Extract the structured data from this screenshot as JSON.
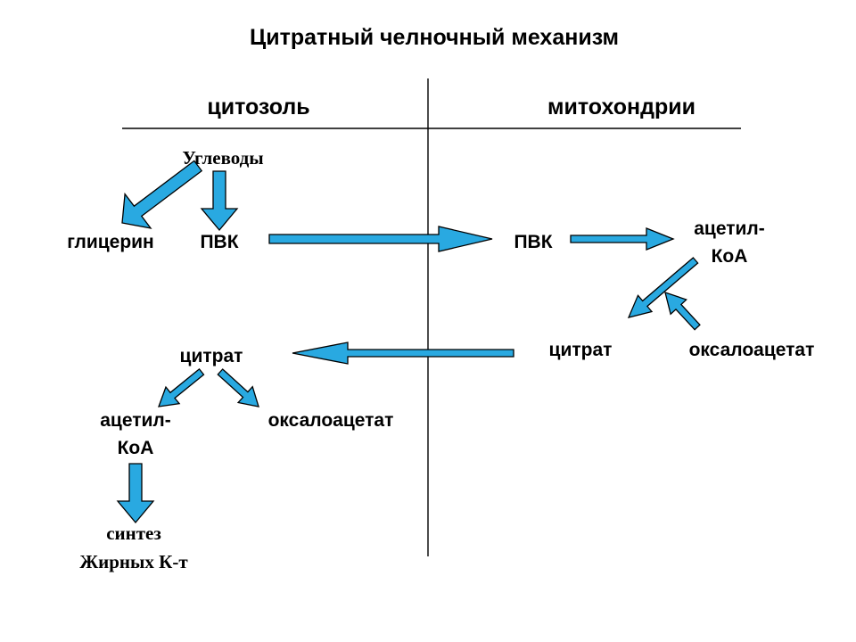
{
  "title": "Цитратный челночный механизм",
  "columns": {
    "left": "цитозоль",
    "right": "митохондрии"
  },
  "cytosol": {
    "carbs": "Углеводы",
    "glycerol": "глицерин",
    "pvk": "ПВК",
    "citrate": "цитрат",
    "acetyl_line1": "ацетил-",
    "acetyl_line2": "КоА",
    "oxaloacetate": "оксалоацетат",
    "synth_line1": "синтез",
    "synth_line2": "Жирных К-т"
  },
  "mitochondria": {
    "pvk": "ПВК",
    "acetyl_line1": "ацетил-",
    "acetyl_line2": "КоА",
    "citrate": "цитрат",
    "oxaloacetate": "оксалоацетат"
  },
  "colors": {
    "arrow_fill": "#29a9e1",
    "outline": "#000000"
  }
}
